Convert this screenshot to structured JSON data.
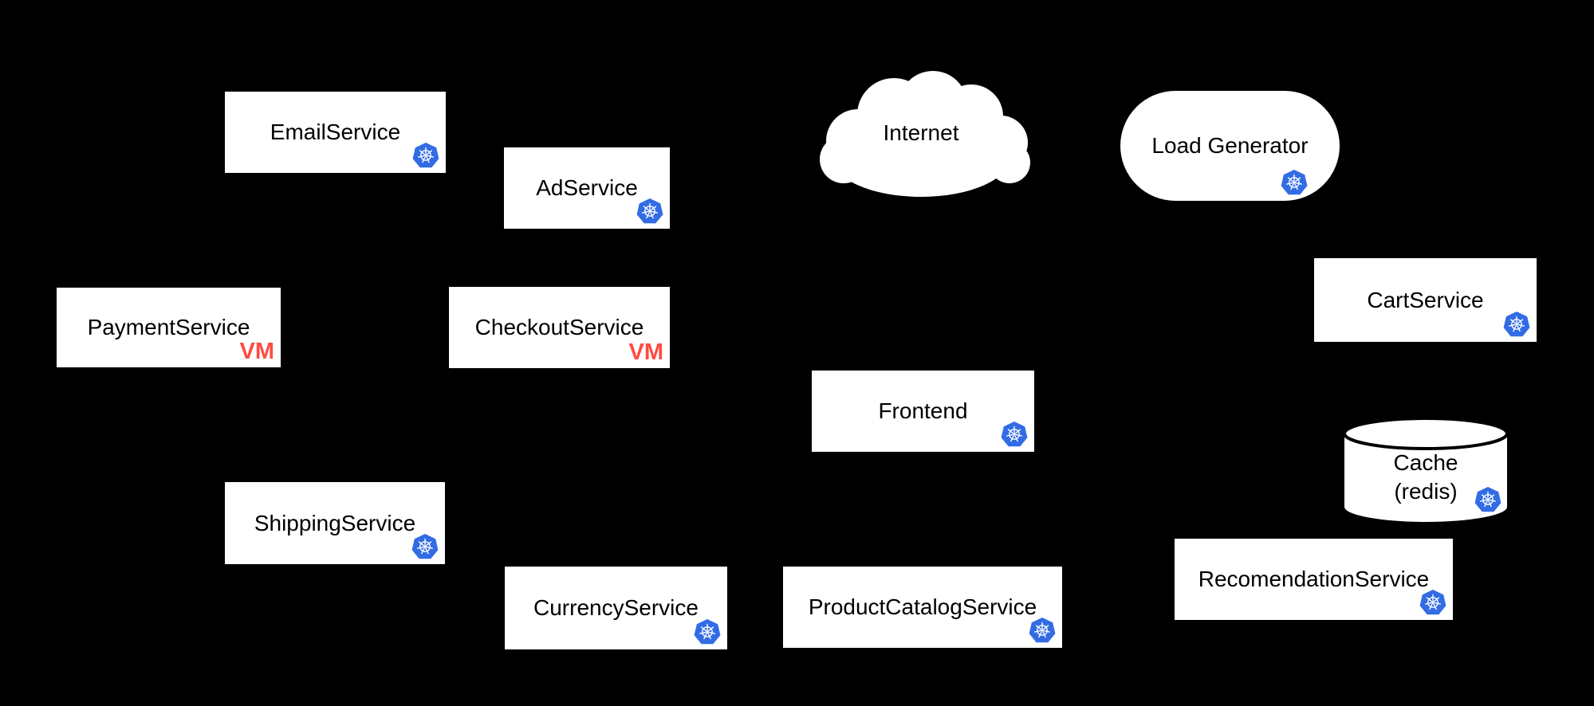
{
  "diagram": {
    "description_visible_elements": "microservices architecture diagram on black background",
    "colors": {
      "background": "#000000",
      "node_fill": "#FFFFFF",
      "node_text": "#000000",
      "kubernetes_blue": "#326CE5",
      "vm_red": "#FF4A42"
    },
    "nodes": {
      "email": {
        "label": "EmailService",
        "shape": "rect",
        "kubernetes_icon": true
      },
      "ad": {
        "label": "AdService",
        "shape": "rect",
        "kubernetes_icon": true
      },
      "internet": {
        "label": "Internet",
        "shape": "cloud",
        "kubernetes_icon": false
      },
      "loadgen": {
        "label": "Load Generator",
        "shape": "stadium",
        "kubernetes_icon": true
      },
      "payment": {
        "label": "PaymentService",
        "shape": "rect",
        "kubernetes_icon": false,
        "badge": "VM"
      },
      "checkout": {
        "label": "CheckoutService",
        "shape": "rect",
        "kubernetes_icon": false,
        "badge": "VM"
      },
      "frontend": {
        "label": "Frontend",
        "shape": "rect",
        "kubernetes_icon": true
      },
      "cart": {
        "label": "CartService",
        "shape": "rect",
        "kubernetes_icon": true
      },
      "cache": {
        "label_line1": "Cache",
        "label_line2": "(redis)",
        "shape": "cylinder",
        "kubernetes_icon": true
      },
      "shipping": {
        "label": "ShippingService",
        "shape": "rect",
        "kubernetes_icon": true
      },
      "currency": {
        "label": "CurrencyService",
        "shape": "rect",
        "kubernetes_icon": true
      },
      "productcatalog": {
        "label": "ProductCatalogService",
        "shape": "rect",
        "kubernetes_icon": true
      },
      "recomendation": {
        "label": "RecomendationService",
        "shape": "rect",
        "kubernetes_icon": true
      }
    }
  }
}
